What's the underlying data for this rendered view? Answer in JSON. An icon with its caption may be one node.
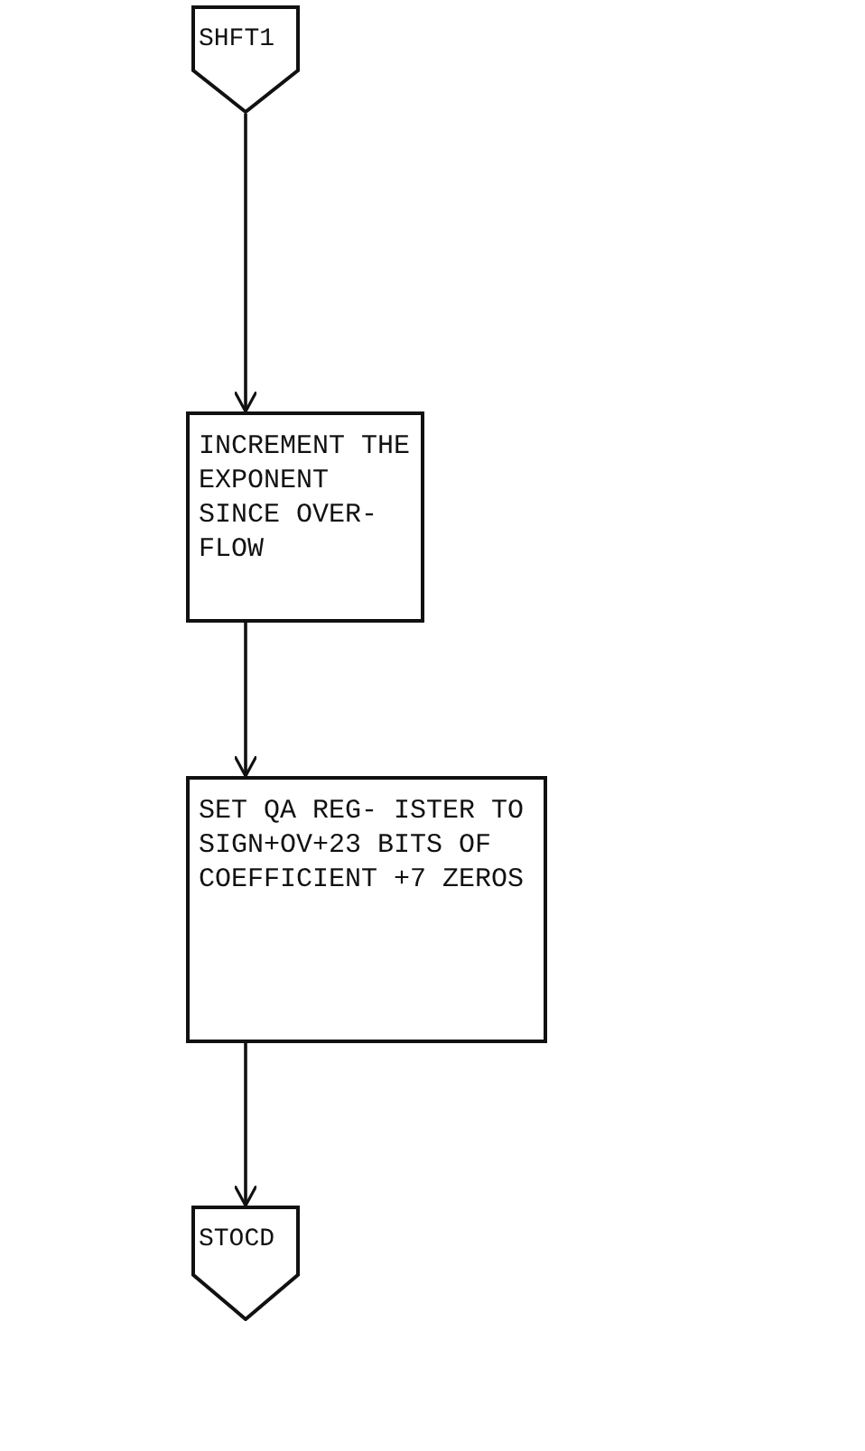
{
  "diagram": {
    "nodes": [
      {
        "text": [
          "SHFT1"
        ]
      },
      {
        "text": [
          "INCREMENT THE EXPONENT SINCE OVER- FLOW"
        ]
      },
      {
        "text": [
          "SET QA REG- ISTER TO SIGN+OV+23 BITS OF COEFFICIENT +7 ZEROS"
        ]
      },
      {
        "text": [
          "STOCD"
        ]
      }
    ],
    "edges": [
      {
        "from": 0,
        "to": 1,
        "arrow": "to"
      },
      {
        "from": 1,
        "to": 2,
        "arrow": "to"
      },
      {
        "from": 2,
        "to": 3,
        "arrow": "to"
      }
    ]
  }
}
